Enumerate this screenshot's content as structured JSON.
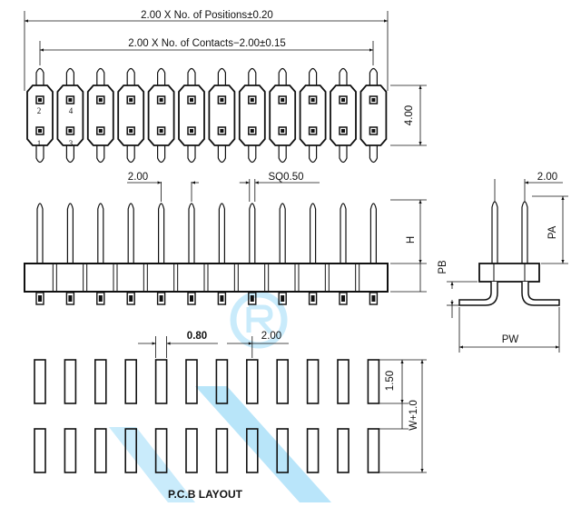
{
  "top_view": {
    "overall_dim": "2.00 X No. of Positions±0.20",
    "contacts_dim": "2.00 X No. of Contacts−2.00±0.15",
    "height_dim": "4.00",
    "pin_labels": [
      "2",
      "4",
      "1",
      "3"
    ],
    "pin_count": 12
  },
  "front_view": {
    "pitch_dim": "2.00",
    "square_dim": "SQ0.50",
    "h_dim": "H"
  },
  "side_view": {
    "pitch_dim": "2.00",
    "pa_dim": "PA",
    "pb_dim": "PB",
    "pw_dim": "PW"
  },
  "pcb": {
    "pad_dim": "0.80",
    "pitch_dim": "2.00",
    "pad_len_dim": "1.50",
    "row_dim": "W+1.0",
    "caption": "P.C.B  LAYOUT"
  },
  "colors": {
    "line": "#111111",
    "watermark": "#3fb3ee"
  }
}
